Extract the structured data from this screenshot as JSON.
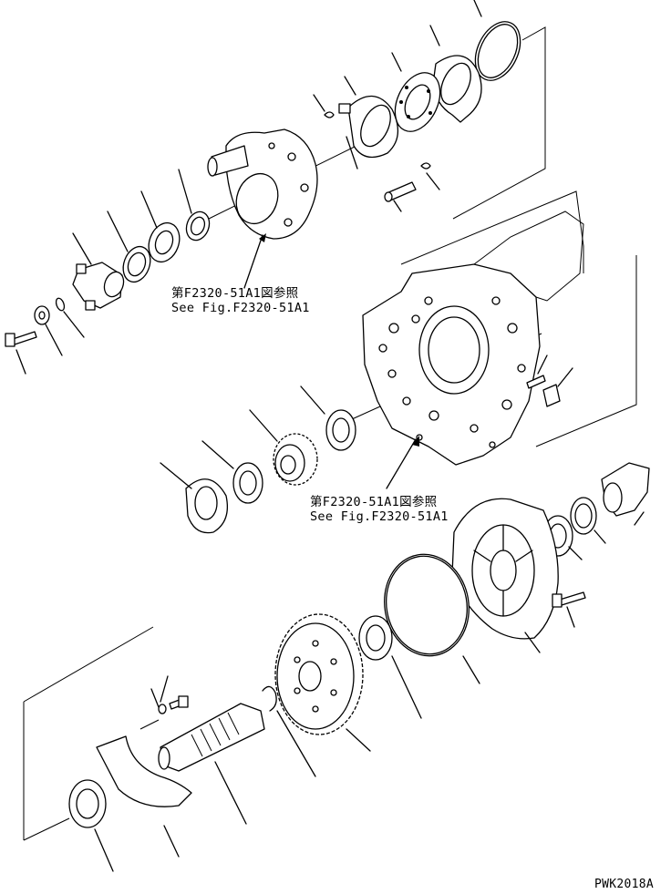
{
  "references": [
    {
      "ja": "第F2320-51A1図参照",
      "en": "See Fig.F2320-51A1"
    },
    {
      "ja": "第F2320-51A1図参照",
      "en": "See Fig.F2320-51A1"
    }
  ],
  "drawing_id": "PWK2018A",
  "icons": [
    "gear-icon",
    "bearing-icon",
    "seal-ring-icon",
    "bolt-icon",
    "shaft-icon",
    "cover-icon"
  ]
}
